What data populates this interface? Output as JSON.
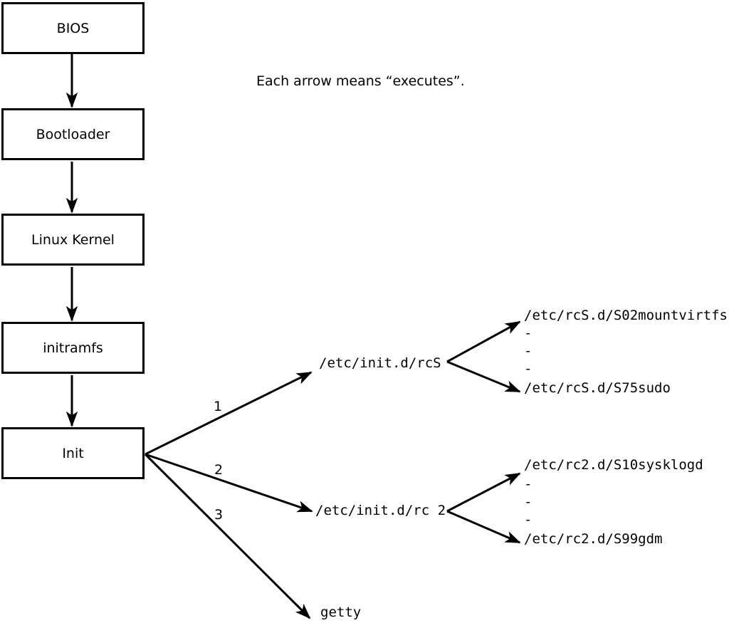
{
  "caption": "Each arrow means “executes”.",
  "colors": {
    "foreground": "#000000",
    "background": "#ffffff"
  },
  "boxes": [
    {
      "label": "BIOS"
    },
    {
      "label": "Bootloader"
    },
    {
      "label": "Linux Kernel"
    },
    {
      "label": "initramfs"
    },
    {
      "label": "Init"
    }
  ],
  "init_branches": [
    {
      "order": "1",
      "target": "/etc/init.d/rcS"
    },
    {
      "order": "2",
      "target": "/etc/init.d/rc 2"
    },
    {
      "order": "3",
      "target": "getty"
    }
  ],
  "rcS_children": [
    "/etc/rcS.d/S02mountvirtfs",
    "-",
    "-",
    "-",
    "/etc/rcS.d/S75sudo"
  ],
  "rc2_children": [
    "/etc/rc2.d/S10sysklogd",
    "-",
    "-",
    "-",
    "/etc/rc2.d/S99gdm"
  ]
}
